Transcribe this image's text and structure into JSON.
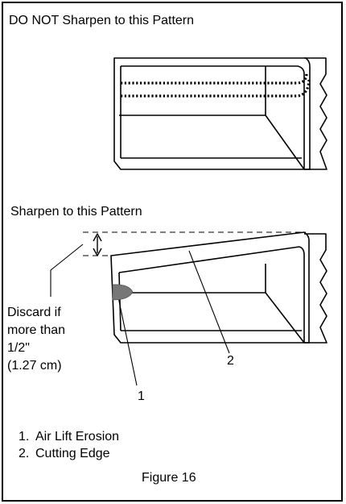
{
  "top_heading": "DO NOT Sharpen to this Pattern",
  "bottom_heading": "Sharpen to this Pattern",
  "discard_note": [
    "Discard if",
    "more than",
    "1/2\"",
    "(1.27 cm)"
  ],
  "callouts": {
    "one": "1",
    "two": "2"
  },
  "legend": [
    {
      "num": "1.",
      "text": "Air Lift Erosion"
    },
    {
      "num": "2.",
      "text": "Cutting Edge"
    }
  ],
  "caption": "Figure 16",
  "colors": {
    "line": "#000000",
    "erosion": "#777777"
  }
}
